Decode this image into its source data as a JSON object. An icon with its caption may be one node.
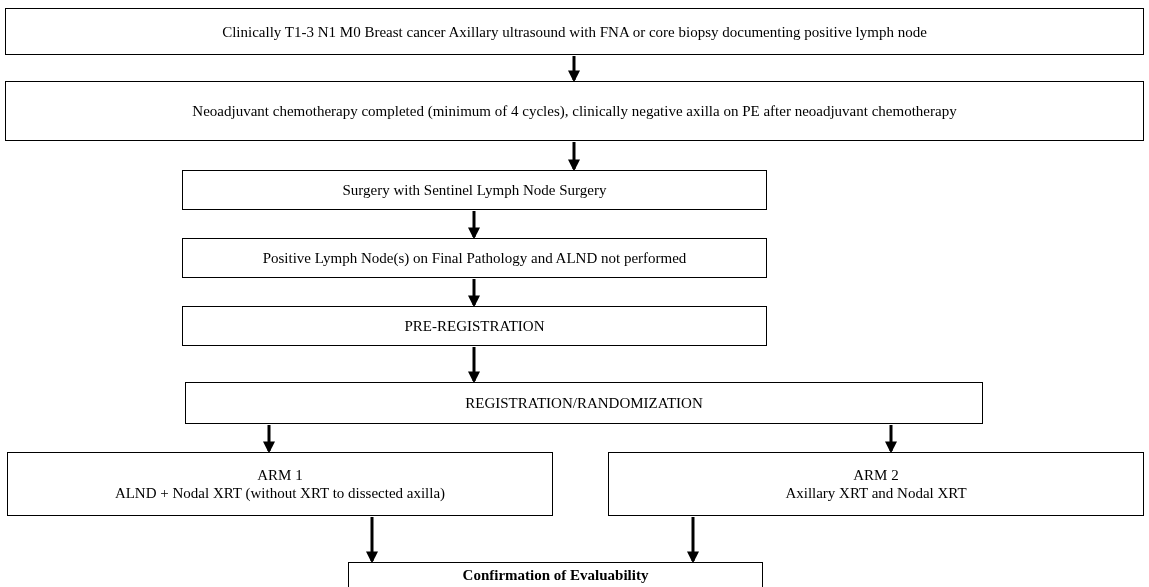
{
  "diagram": {
    "nodes": [
      {
        "text": [
          "Clinically T1-3 N1 M0 Breast cancer Axillary ultrasound with FNA or core biopsy documenting positive lymph node"
        ]
      },
      {
        "text": [
          "Neoadjuvant chemotherapy completed (minimum of 4 cycles), clinically negative axilla on PE after neoadjuvant chemotherapy"
        ]
      },
      {
        "text": [
          "Surgery with Sentinel Lymph Node Surgery"
        ]
      },
      {
        "text": [
          "Positive Lymph Node(s) on Final Pathology and ALND not performed"
        ]
      },
      {
        "text": [
          "PRE-REGISTRATION"
        ]
      },
      {
        "text": [
          "REGISTRATION/RANDOMIZATION"
        ]
      },
      {
        "text": [
          "ARM 1",
          "ALND + Nodal XRT (without XRT to dissected axilla)"
        ]
      },
      {
        "text": [
          "ARM 2",
          "Axillary XRT and Nodal XRT"
        ]
      },
      {
        "text": [
          "Confirmation of Evaluability"
        ]
      }
    ],
    "edges": [
      {
        "from": 0,
        "to": 1,
        "arrow": "to"
      },
      {
        "from": 1,
        "to": 2,
        "arrow": "to"
      },
      {
        "from": 2,
        "to": 3,
        "arrow": "to"
      },
      {
        "from": 3,
        "to": 4,
        "arrow": "to"
      },
      {
        "from": 4,
        "to": 5,
        "arrow": "to"
      },
      {
        "from": 5,
        "to": 6,
        "arrow": "to"
      },
      {
        "from": 5,
        "to": 7,
        "arrow": "to"
      },
      {
        "from": 6,
        "to": 8,
        "arrow": "to"
      },
      {
        "from": 7,
        "to": 8,
        "arrow": "to"
      }
    ]
  }
}
